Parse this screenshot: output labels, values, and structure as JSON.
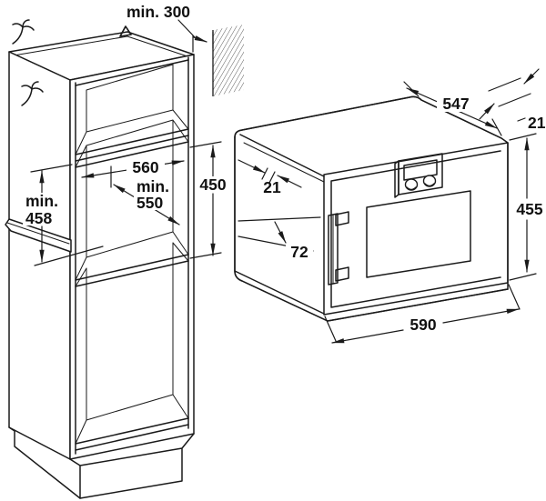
{
  "title": "Built-in oven installation diagram",
  "colors": {
    "line": "#1a1a1a",
    "oven_front": "#d8d8d8",
    "oven_window": "#3a3a3a",
    "display": "#161616",
    "background": "#ffffff"
  },
  "cabinet": {
    "wall_clearance": {
      "label": "min. 300"
    },
    "niche_width": {
      "value": "560"
    },
    "niche_height": {
      "value": "450"
    },
    "niche_depth": {
      "prefix": "min.",
      "value": "550"
    },
    "worktop_clearance": {
      "prefix": "min.",
      "value": "458"
    }
  },
  "oven": {
    "depth": {
      "value": "547"
    },
    "top_frame_overhang": {
      "value": "21"
    },
    "side_frame_overhang": {
      "value": "21"
    },
    "handle_projection": {
      "value": "72"
    },
    "height": {
      "value": "455"
    },
    "width": {
      "value": "590"
    }
  }
}
